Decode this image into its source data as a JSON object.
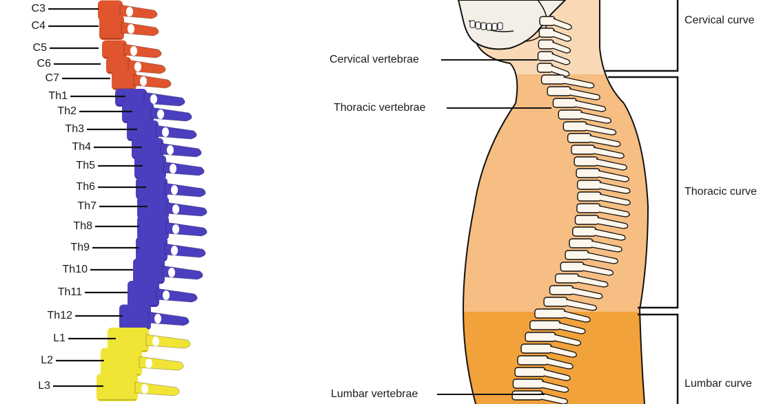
{
  "left_panel": {
    "colors": {
      "cervical": "#e0552e",
      "thoracic": "#4b3fc0",
      "lumbar": "#f0e535"
    },
    "labels": [
      "C3",
      "C4",
      "C5",
      "C6",
      "C7",
      "Th1",
      "Th2",
      "Th3",
      "Th4",
      "Th5",
      "Th6",
      "Th7",
      "Th8",
      "Th9",
      "Th10",
      "Th11",
      "Th12",
      "L1",
      "L2",
      "L3"
    ]
  },
  "right_panel": {
    "vertebra_labels": {
      "cervical": "Cervical vertebrae",
      "thoracic": "Thoracic vertebrae",
      "lumbar": "Lumbar vertebrae"
    },
    "curve_labels": {
      "cervical": "Cervical curve",
      "thoracic": "Thoracic curve",
      "lumbar": "Lumbar curve"
    },
    "colors": {
      "body_upper": "#f9d9b5",
      "body_mid": "#f6b672",
      "body_low": "#f2a23b",
      "outline": "#111111"
    }
  }
}
